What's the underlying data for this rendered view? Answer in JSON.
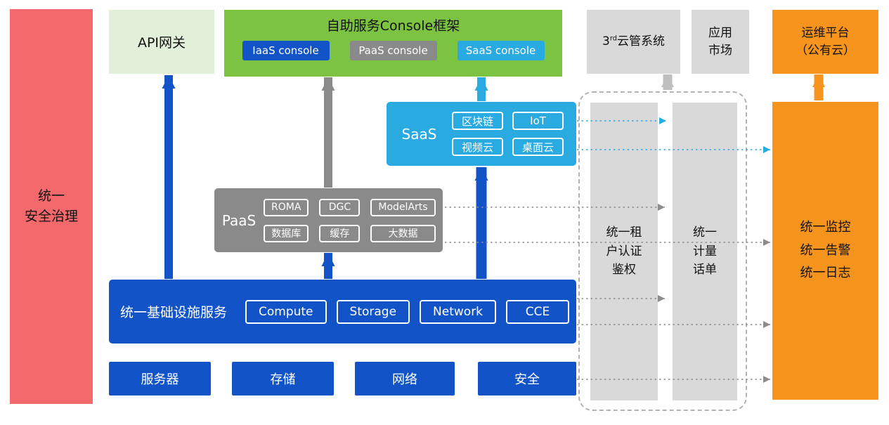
{
  "colors": {
    "red": "#f4696b",
    "light_green": "#e2efd9",
    "green": "#7cc342",
    "blue": "#1254c8",
    "gray": "#8a8a8a",
    "light_gray": "#d9d9d9",
    "cyan": "#29abe2",
    "orange": "#f7941d"
  },
  "security": {
    "label": "统一\n安全治理"
  },
  "api_gateway": {
    "label": "API网关"
  },
  "console": {
    "title": "自助服务Console框架",
    "items": [
      "IaaS console",
      "PaaS console",
      "SaaS console"
    ]
  },
  "third_cloud": {
    "num": "3",
    "sup": "rd",
    "rest": "云管系统"
  },
  "app_market": {
    "label": "应用\n市场"
  },
  "ops_platform": {
    "label": "运维平台\n（公有云）"
  },
  "saas": {
    "label": "SaaS",
    "items": [
      "区块链",
      "IoT",
      "视频云",
      "桌面云"
    ]
  },
  "paas": {
    "label": "PaaS",
    "items": [
      "ROMA",
      "DGC",
      "ModelArts",
      "数据库",
      "缓存",
      "大数据"
    ]
  },
  "infrastructure": {
    "label": "统一基础设施服务",
    "items": [
      "Compute",
      "Storage",
      "Network",
      "CCE"
    ]
  },
  "resources": {
    "items": [
      "服务器",
      "存储",
      "网络",
      "安全"
    ]
  },
  "auth": {
    "label": "统一租\n户认证\n鉴权"
  },
  "metering": {
    "label": "统一\n计量\n话单"
  },
  "monitoring": {
    "label": "统一监控\n统一告警\n统一日志"
  }
}
